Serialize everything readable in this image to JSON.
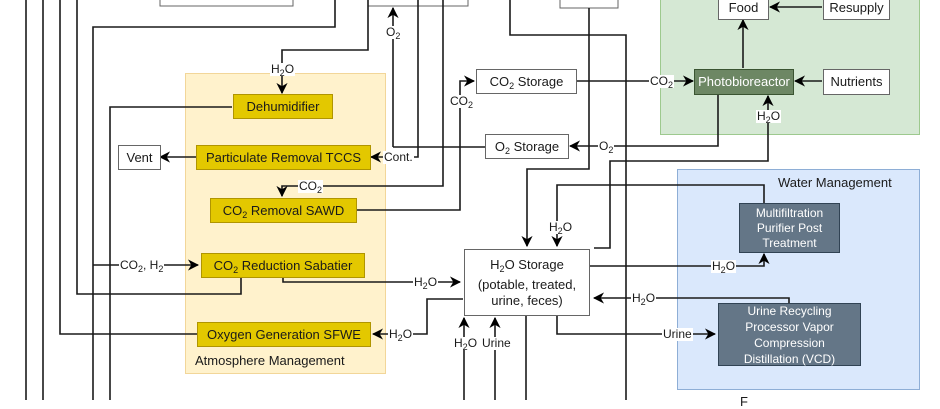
{
  "groups": {
    "atmosphere": "Atmosphere Management",
    "water": "Water Management",
    "food_partial": "F"
  },
  "nodes": {
    "dehumidifier": "Dehumidifier",
    "particulate": "Particulate Removal TCCS",
    "co2_removal_pre": "CO",
    "co2_removal_post": " Removal SAWD",
    "co2_reduction_pre": "CO",
    "co2_reduction_post": " Reduction Sabatier",
    "oxygen_gen": "Oxygen Generation SFWE",
    "vent": "Vent",
    "co2_storage_pre": "CO",
    "co2_storage_post": " Storage",
    "o2_storage_pre": "O",
    "o2_storage_post": " Storage",
    "photobioreactor": "Photobioreactor",
    "nutrients": "Nutrients",
    "food": "Food",
    "resupply": "Resupply",
    "h2o_storage_line1_pre": "H",
    "h2o_storage_line1_post": "O Storage",
    "h2o_storage_line2": "(potable, treated,",
    "h2o_storage_line3": "urine, feces)",
    "multifiltration_1": "Multifiltration",
    "multifiltration_2": "Purifier Post",
    "multifiltration_3": "Treatment",
    "urine_proc_1": "Urine Recycling",
    "urine_proc_2": "Processor Vapor",
    "urine_proc_3": "Compression",
    "urine_proc_4": "Distillation (VCD)"
  },
  "labels": {
    "h2o_a": "H",
    "h2o_b": "O",
    "o2_a": "O",
    "co2_a": "CO",
    "cont": "Cont.",
    "co2h2_a": "CO",
    "co2h2_b": ", H",
    "urine": "Urine",
    "sub2": "2"
  }
}
